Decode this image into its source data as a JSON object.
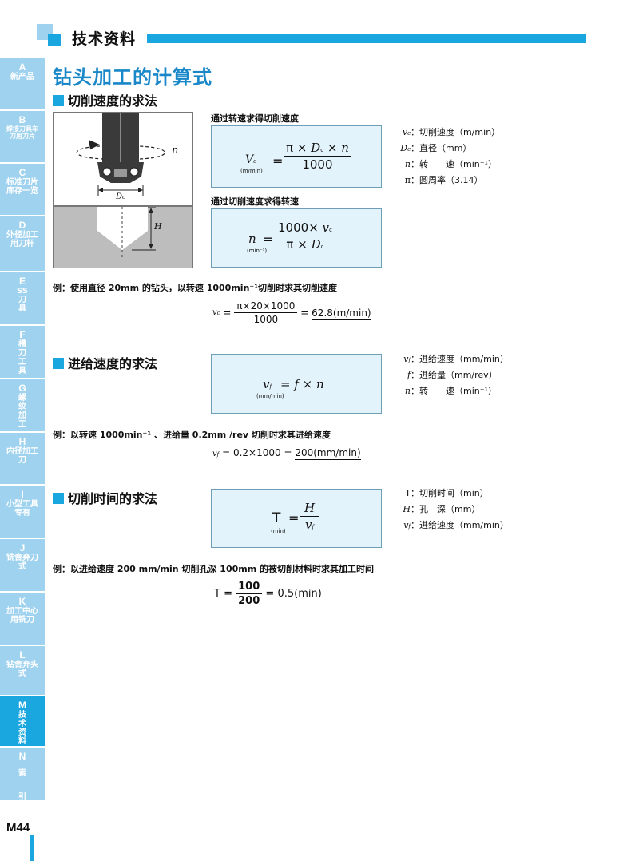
{
  "header": {
    "title": "技术资料"
  },
  "page_title": "钻头加工的计算式",
  "side_tabs": [
    {
      "letter": "A",
      "text": "新产品"
    },
    {
      "letter": "B",
      "text": "焊接刀具车刀用刀片"
    },
    {
      "letter": "C",
      "text": "标准刀片库存一览"
    },
    {
      "letter": "D",
      "text": "外径加工用刀杆"
    },
    {
      "letter": "E",
      "text": "SS刀具"
    },
    {
      "letter": "F",
      "text": "槽刀工具"
    },
    {
      "letter": "G",
      "text": "螺纹加工"
    },
    {
      "letter": "H",
      "text": "内径加工刀"
    },
    {
      "letter": "I",
      "text": "小型工具专有"
    },
    {
      "letter": "J",
      "text": "铣舍弃刀式"
    },
    {
      "letter": "K",
      "text": "加工中心用铣刀"
    },
    {
      "letter": "L",
      "text": "钻舍弃头式"
    },
    {
      "letter": "M",
      "text": "技术资料"
    },
    {
      "letter": "N",
      "text": "索引"
    }
  ],
  "page_number": "M44",
  "sections": {
    "cutting_speed": {
      "heading": "切削速度的求法",
      "figure_labels": {
        "n": "n",
        "dc": "D",
        "dc_sub": "c",
        "h": "H"
      },
      "box1": {
        "caption": "通过转速求得切削速度",
        "lhs": "V",
        "lhs_sub": "c",
        "unit": "(m/min)",
        "num_pi": "π",
        "num_x1": "×",
        "num_d": "D",
        "num_d_sub": "c",
        "num_x2": "×",
        "num_n": "n",
        "den": "1000"
      },
      "box2": {
        "caption": "通过切削速度求得转速",
        "lhs": "n",
        "unit": "(min⁻¹)",
        "num_1000": "1000",
        "num_x": "×",
        "num_v": "v",
        "num_v_sub": "c",
        "den_pi": "π",
        "den_x": "×",
        "den_d": "D",
        "den_d_sub": "c"
      },
      "legend": [
        {
          "sym": "v",
          "sub": "c",
          "text": "：切削速度（m/min）"
        },
        {
          "sym": "D",
          "sub": "c",
          "text": "：直径（mm）"
        },
        {
          "sym": "n",
          "sub": "",
          "text": "：转　　速（min⁻¹）"
        },
        {
          "sym": "π",
          "sub": "",
          "text": "：圆周率（3.14）"
        }
      ],
      "example_text": "例：使用直径 20mm 的钻头，以转速 1000min⁻¹切削时求其切削速度",
      "example_formula": {
        "lhs": "v",
        "lhs_sub": "c",
        "eq": "=",
        "num": "π×20×1000",
        "den": "1000",
        "eq2": "=",
        "result": "62.8(m/min)"
      }
    },
    "feed_speed": {
      "heading": "进给速度的求法",
      "box": {
        "lhs": "v",
        "lhs_sub": "f",
        "unit": "(mm/min)",
        "rhs": "= f × n"
      },
      "legend": [
        {
          "sym": "v",
          "sub": "f",
          "text": "：进给速度（mm/min）"
        },
        {
          "sym": "f",
          "sub": "",
          "text": "：进给量（mm/rev）"
        },
        {
          "sym": "n",
          "sub": "",
          "text": "：转　　速（min⁻¹）"
        }
      ],
      "example_text": "例：以转速 1000min⁻¹ 、进给量 0.2mm /rev 切削时求其进给速度",
      "example_formula": {
        "lhs": "v",
        "lhs_sub": "f",
        "eq": "= 0.2×1000 =",
        "result": "200(mm/min)"
      }
    },
    "cutting_time": {
      "heading": "切削时间的求法",
      "box": {
        "lhs": "T",
        "unit": "(min)",
        "eq": "=",
        "num": "H",
        "den": "v",
        "den_sub": "f"
      },
      "legend": [
        {
          "sym": "T",
          "sub": "",
          "text": "：切削时间（min）"
        },
        {
          "sym": "H",
          "sub": "",
          "text": "：孔　深（mm）"
        },
        {
          "sym": "v",
          "sub": "f",
          "text": "：进给速度（mm/min）"
        }
      ],
      "example_text": "例：以进给速度 200 mm/min 切削孔深 100mm 的被切削材料时求其加工时间",
      "example_formula": {
        "lhs": "T",
        "eq": "=",
        "num": "100",
        "den": "200",
        "eq2": "=",
        "result": "0.5(min)"
      }
    }
  },
  "colors": {
    "accent": "#1aa6df",
    "accent_light": "#9fd2ee",
    "title": "#1a88c8",
    "box_fill": "#e3f3fb"
  }
}
